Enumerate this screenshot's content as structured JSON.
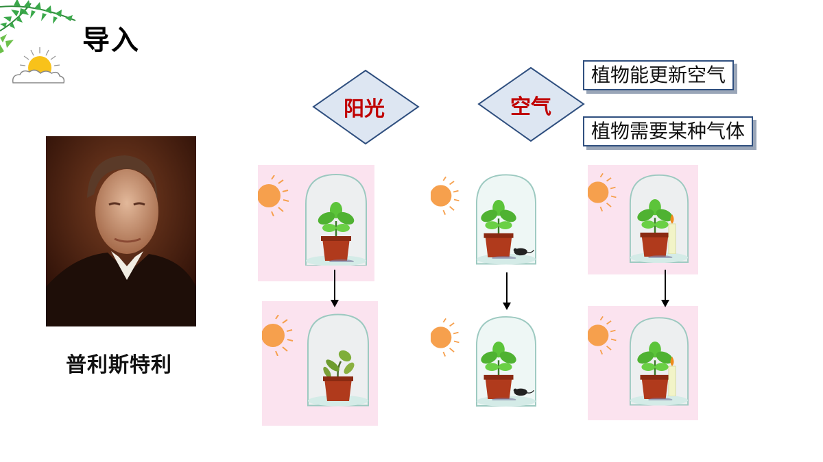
{
  "header": {
    "title": "导入"
  },
  "person": {
    "name": "普利斯特利"
  },
  "diamonds": {
    "light": "阳光",
    "air": "空气"
  },
  "conclusions": {
    "box1": "植物能更新空气",
    "box2": "植物需要某种气体"
  },
  "icons": [
    "palm-leaf-icon",
    "sun-cloud-icon",
    "sun-icon",
    "glass-bell-jar-icon",
    "potted-plant-icon",
    "mouse-icon",
    "candle-icon",
    "down-arrow-icon"
  ],
  "colors": {
    "diamond_fill": "#dde6f2",
    "diamond_stroke": "#2f4f7f",
    "diamond_text": "#c00000",
    "scene_bg": "#fbe3ef",
    "sun": "#f6a04d"
  }
}
